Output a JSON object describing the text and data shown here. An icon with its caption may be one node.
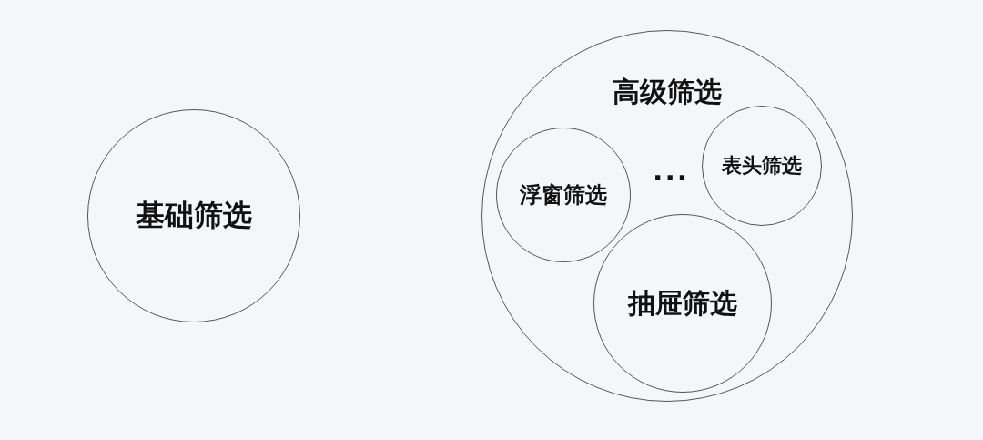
{
  "diagram": {
    "nodes": [
      {
        "text": [
          "基础筛选"
        ]
      },
      {
        "text": [
          "高级筛选"
        ]
      },
      {
        "text": [
          "浮窗筛选"
        ],
        "in": 1
      },
      {
        "text": [
          "表头筛选"
        ],
        "in": 1
      },
      {
        "text": [
          "抽屉筛选"
        ],
        "in": 1
      }
    ],
    "labels": [
      "···"
    ]
  }
}
